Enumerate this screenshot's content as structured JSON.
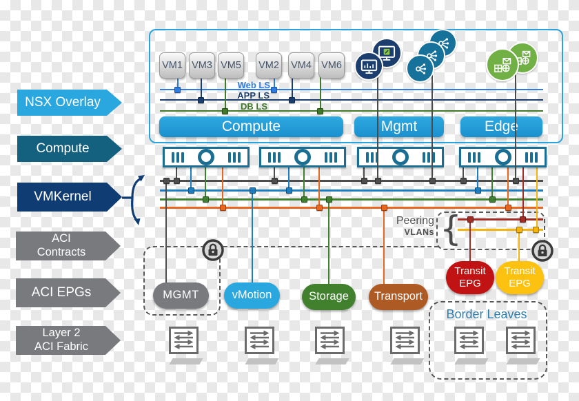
{
  "side_labels": {
    "nsx_overlay": "NSX Overlay",
    "compute": "Compute",
    "vmkernel": "VMKernel",
    "aci_contracts_1": "ACI",
    "aci_contracts_2": "Contracts",
    "aci_epgs": "ACI EPGs",
    "layer2_1": "Layer 2",
    "layer2_2": "ACI Fabric"
  },
  "vms": [
    "VM1",
    "VM3",
    "VM5",
    "VM2",
    "VM4",
    "VM6"
  ],
  "logical_switches": {
    "web": "Web LS",
    "app": "APP LS",
    "db": "DB LS"
  },
  "clusters": {
    "compute": "Compute",
    "mgmt": "Mgmt",
    "edge": "Edge"
  },
  "epgs": {
    "mgmt": "MGMT",
    "vmotion": "vMotion",
    "storage": "Storage",
    "transport": "Transport",
    "transit_line1": "Transit",
    "transit_line2": "EPG"
  },
  "peering": {
    "line1": "Peering",
    "line2": "VLANs"
  },
  "border_leaves": {
    "title": "Border Leaves"
  },
  "icons": {
    "vcenter": "vcenter-monitor-icon",
    "nsx_manager": "nsx-manager-monitor-icon",
    "nsx_controllers": "nsx-controller-nodes-icon",
    "edge_services": "edge-services-icon",
    "lock": "lock-icon",
    "leaf_switch": "switch-icon",
    "esxi_host": "server-host-icon"
  },
  "colors": {
    "overlay_blue": "#2AA7DF",
    "cluster_bar_blue": "#1F9CD8",
    "compute_teal": "#14607F",
    "vmkernel_navy": "#0E3C73",
    "aci_gray": "#797A7D",
    "web_ls": "#2F7CE0",
    "app_ls": "#1A3F6F",
    "db_ls": "#41792A",
    "mgmt_line": "#4D4D4D",
    "vmotion_line": "#1D7DBE",
    "storage_line": "#3E8030",
    "transport_line": "#E9661F",
    "peering_red": "#A22C24",
    "peering_yellow": "#F5B40C",
    "transit_red": "#C11313",
    "transit_yellow": "#FDC20F",
    "server_teal": "#1A6E92",
    "dashed_gray": "#57585A",
    "border_leaves_text": "#2E7FAE"
  }
}
